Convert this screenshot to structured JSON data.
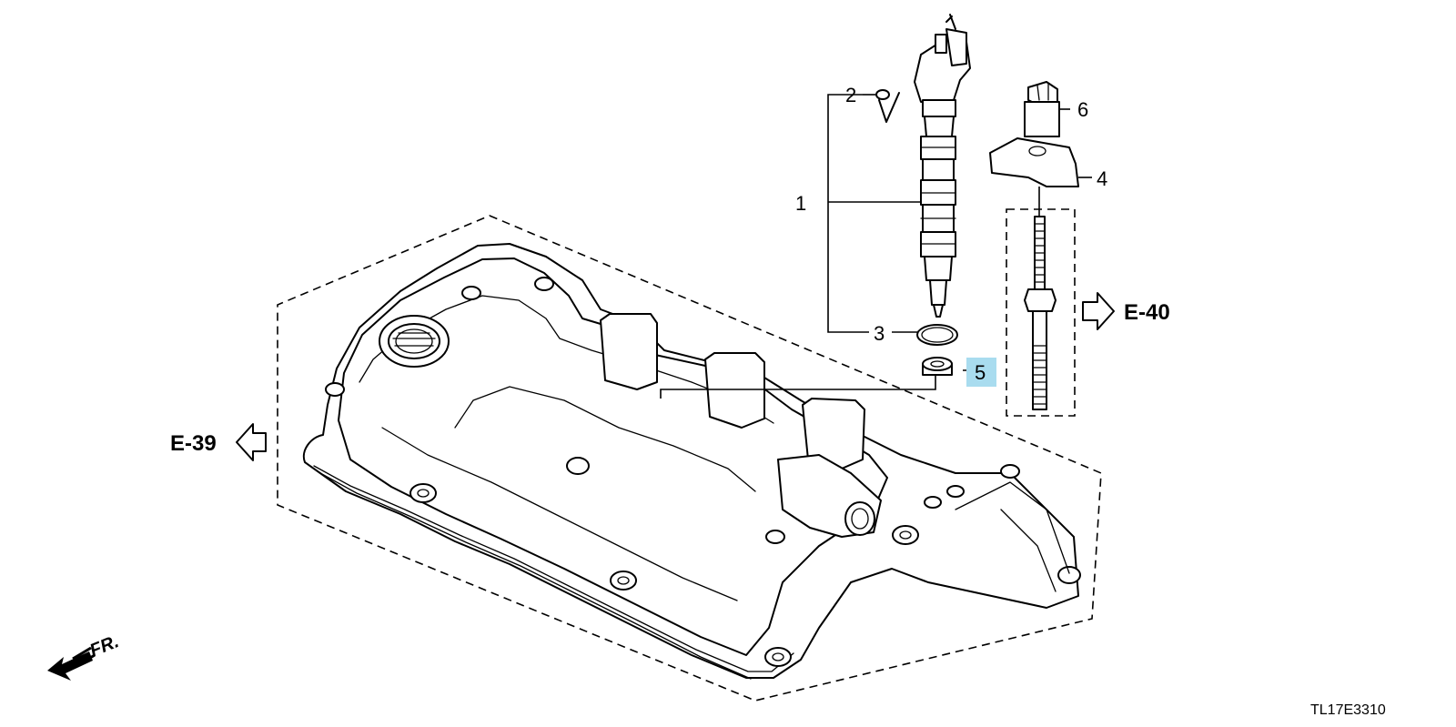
{
  "parts": {
    "p1": "1",
    "p2": "2",
    "p3": "3",
    "p4": "4",
    "p5": "5",
    "p6": "6"
  },
  "references": {
    "left": "E-39",
    "right": "E-40"
  },
  "front_label": "FR.",
  "drawing_code": "TL17E3310",
  "colors": {
    "highlight": "#a9dcef",
    "line": "#000000"
  }
}
